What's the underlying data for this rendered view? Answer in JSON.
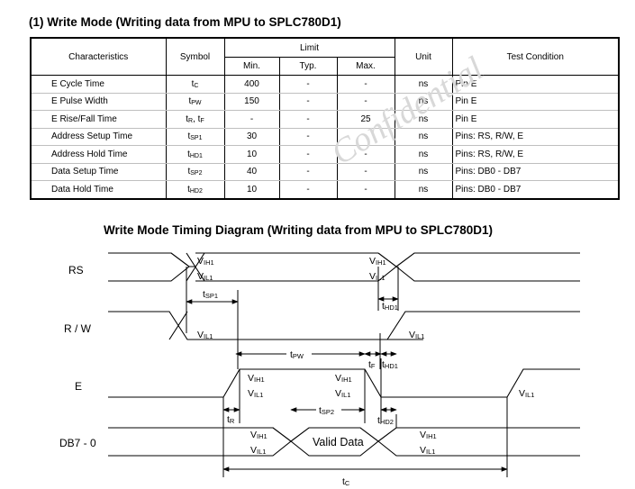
{
  "section_title": "(1) Write Mode (Writing data from MPU to SPLC780D1)",
  "table": {
    "headers": {
      "characteristics": "Characteristics",
      "symbol": "Symbol",
      "limit": "Limit",
      "min": "Min.",
      "typ": "Typ.",
      "max": "Max.",
      "unit": "Unit",
      "test_condition": "Test Condition"
    },
    "rows": [
      {
        "name": "E Cycle Time",
        "sym": "t",
        "sub": "C",
        "min": "400",
        "typ": "-",
        "max": "-",
        "unit": "ns",
        "cond": "Pin E"
      },
      {
        "name": "E Pulse Width",
        "sym": "t",
        "sub": "PW",
        "min": "150",
        "typ": "-",
        "max": "-",
        "unit": "ns",
        "cond": "Pin E"
      },
      {
        "name": "E Rise/Fall Time",
        "sym": "t",
        "sub": "R",
        "sym2": ", t",
        "sub2": "F",
        "min": "-",
        "typ": "-",
        "max": "25",
        "unit": "ns",
        "cond": "Pin E"
      },
      {
        "name": "Address Setup Time",
        "sym": "t",
        "sub": "SP1",
        "min": "30",
        "typ": "-",
        "max": "-",
        "unit": "ns",
        "cond": "Pins: RS, R/W, E"
      },
      {
        "name": "Address Hold Time",
        "sym": "t",
        "sub": "HD1",
        "min": "10",
        "typ": "-",
        "max": "-",
        "unit": "ns",
        "cond": "Pins: RS, R/W, E"
      },
      {
        "name": "Data Setup Time",
        "sym": "t",
        "sub": "SP2",
        "min": "40",
        "typ": "-",
        "max": "-",
        "unit": "ns",
        "cond": "Pins: DB0 - DB7"
      },
      {
        "name": "Data Hold Time",
        "sym": "t",
        "sub": "HD2",
        "min": "10",
        "typ": "-",
        "max": "-",
        "unit": "ns",
        "cond": "Pins: DB0 - DB7"
      }
    ]
  },
  "watermark": "Confidential",
  "diagram": {
    "title": "Write Mode Timing Diagram (Writing data from MPU to SPLC780D1)",
    "signals": {
      "rs": "RS",
      "rw": "R / W",
      "e": "E",
      "db": "DB7 - 0"
    },
    "valid_data": "Valid Data",
    "level_v": "V",
    "vih1": "IH1",
    "vil1": "IL1",
    "timing": {
      "t": "t",
      "sp1": "SP1",
      "hd1": "HD1",
      "pw": "PW",
      "f": "F",
      "r": "R",
      "sp2": "SP2",
      "hd2": "HD2",
      "c": "C"
    }
  }
}
